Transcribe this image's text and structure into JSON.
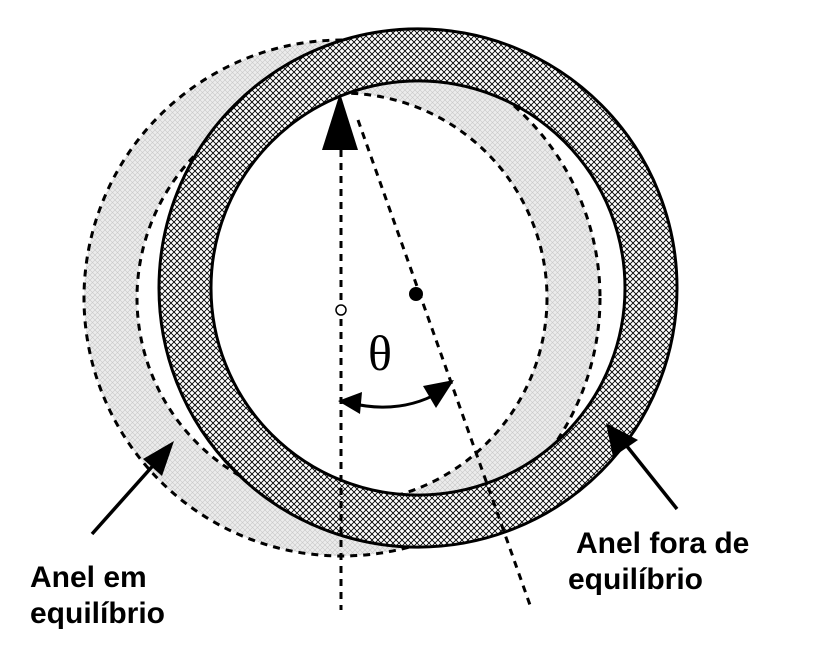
{
  "symbol": "θ",
  "labels": {
    "equilibrium_line1": "Anel em",
    "equilibrium_line2": "equilíbrio",
    "displaced_line1": "Anel fora de",
    "displaced_line2": "equilíbrio"
  },
  "colors": {
    "stroke": "#000000",
    "ring_hatch": "#000000",
    "shadow_fill": "#e6e6e6",
    "background": "#ffffff"
  }
}
